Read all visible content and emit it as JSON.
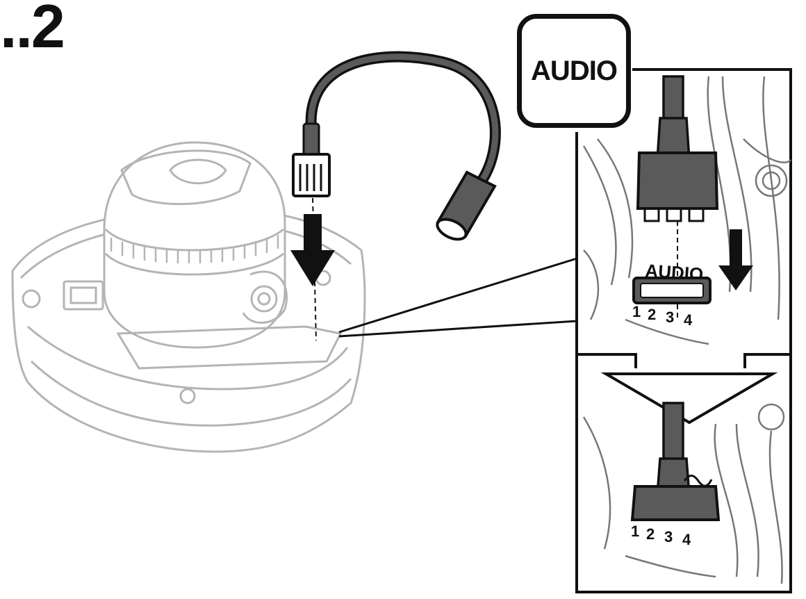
{
  "figure": {
    "step_label": "..2",
    "connector_name": "AUDIO",
    "port_label": "AUDIO",
    "pin_numbers_top": [
      "1",
      "2",
      "3",
      "4"
    ],
    "pin_numbers_bottom": [
      "1",
      "2",
      "3",
      "4"
    ]
  },
  "colors": {
    "ink": "#111111",
    "device_line": "#b4b4b4",
    "cable": "#5a5a5a",
    "background": "#ffffff"
  }
}
